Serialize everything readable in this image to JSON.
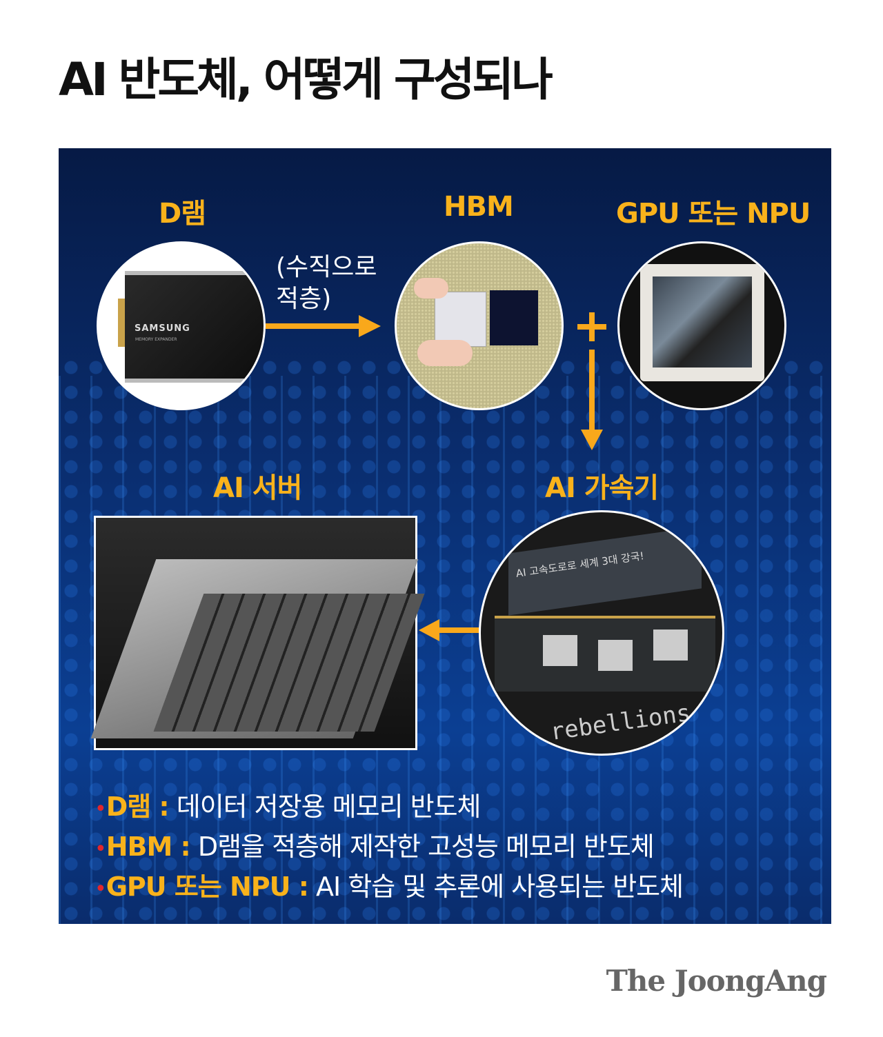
{
  "title": "AI 반도체, 어떻게 구성되나",
  "labels": {
    "dram": "D램",
    "hbm": "HBM",
    "gpu": "GPU 또는 NPU",
    "server": "AI 서버",
    "accelerator": "AI 가속기"
  },
  "stack_note": [
    "(수직으로",
    "적층)"
  ],
  "photo_text": {
    "samsung": "SAMSUNG",
    "memory_expander": "MEMORY EXPANDER",
    "rebellions": "rebellions",
    "handwriting": "AI 고속도로로 세계 3대 강국!"
  },
  "bullets": [
    {
      "key": "D램 :",
      "desc": "데이터 저장용 메모리 반도체"
    },
    {
      "key": "HBM :",
      "desc": "D램을 적층해 제작한 고성능 메모리 반도체"
    },
    {
      "key": "GPU 또는 NPU :",
      "desc": "AI 학습 및 추론에 사용되는 반도체"
    }
  ],
  "logo": "The JoongAng",
  "colors": {
    "accent": "#f9b21b",
    "bullet": "#e3262b",
    "background": "#0a2d6e"
  }
}
